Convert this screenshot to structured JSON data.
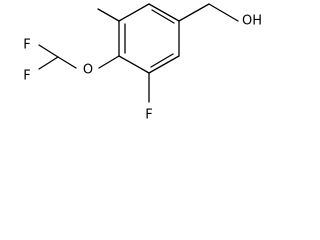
{
  "molecule": {
    "atoms": {
      "f_upper": "F",
      "f_lower": "F",
      "o_ether": "O",
      "f_ring": "F",
      "oh_group": "OH"
    }
  }
}
